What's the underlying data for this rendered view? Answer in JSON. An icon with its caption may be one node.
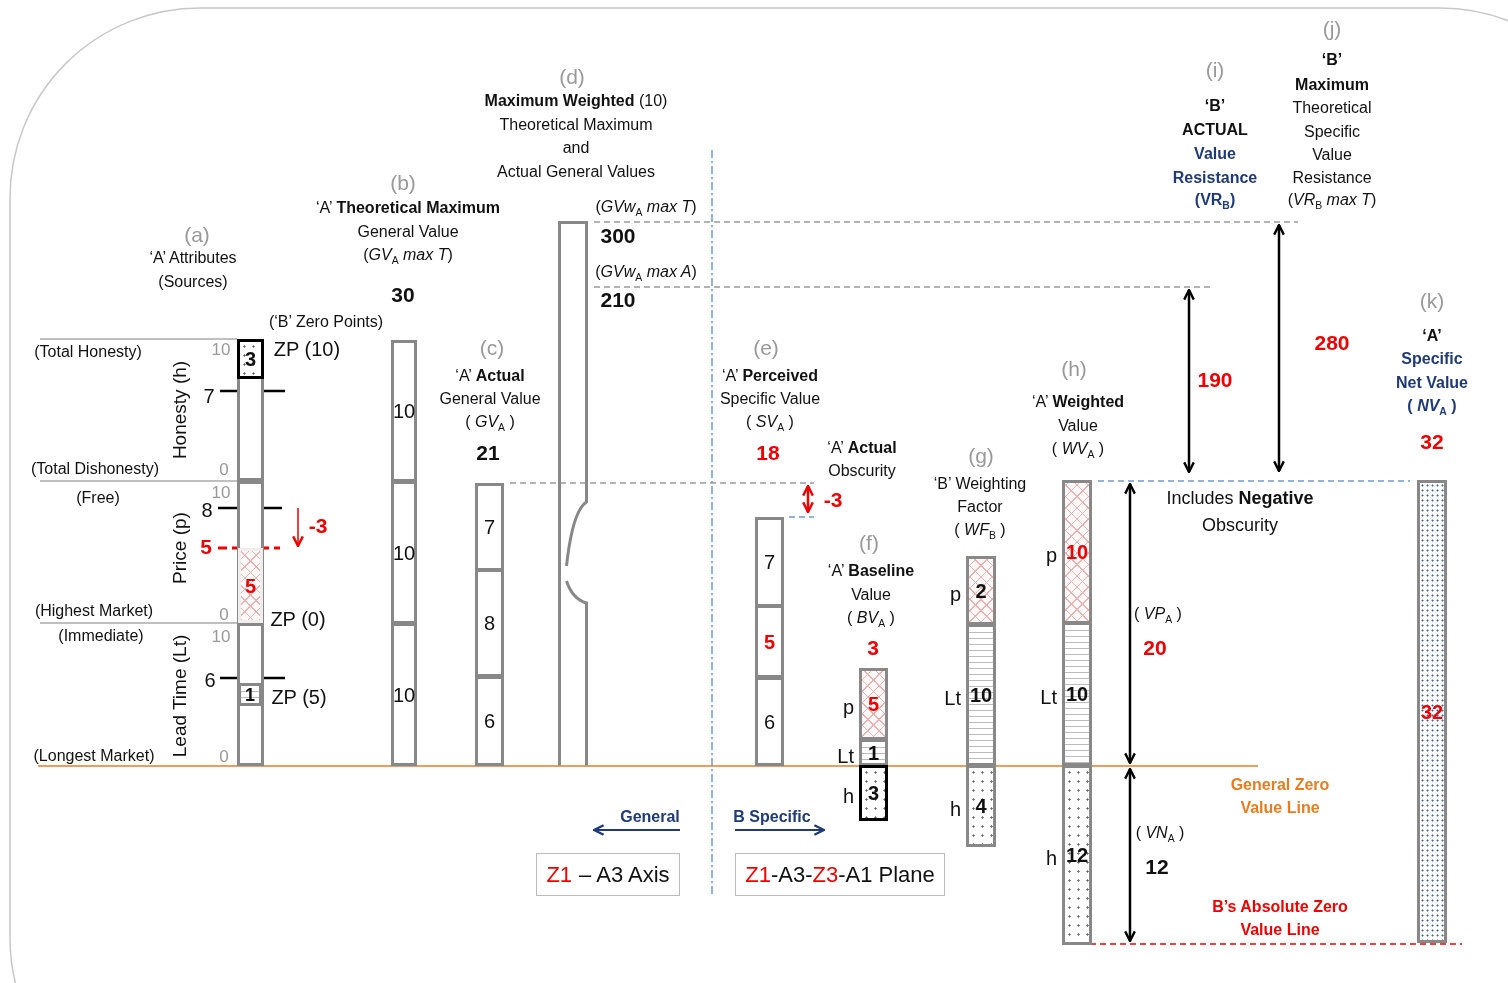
{
  "diagram": {
    "nodes": [
      {
        "text": [],
        "shape": "box"
      },
      {
        "text": [
          "3"
        ],
        "in": 0
      },
      {
        "text": [],
        "shape": "box"
      },
      {
        "text": [
          "5"
        ],
        "in": 2
      },
      {
        "text": [],
        "shape": "box"
      },
      {
        "text": [
          "1"
        ],
        "in": 4
      },
      {
        "text": [
          "10"
        ]
      },
      {
        "text": [
          "10"
        ]
      },
      {
        "text": [
          "10"
        ]
      },
      {
        "text": [
          "7"
        ]
      },
      {
        "text": [
          "8"
        ]
      },
      {
        "text": [
          "6"
        ]
      },
      {
        "text": [],
        "shape": "bar"
      },
      {
        "text": [
          "7"
        ]
      },
      {
        "text": [
          "5"
        ]
      },
      {
        "text": [
          "6"
        ]
      },
      {
        "text": [
          "5"
        ],
        "beside": [
          "p"
        ]
      },
      {
        "text": [
          "1"
        ],
        "beside": [
          "Lt"
        ]
      },
      {
        "text": [
          "3"
        ],
        "beside": [
          "h"
        ]
      },
      {
        "text": [
          "2"
        ],
        "beside": [
          "p"
        ]
      },
      {
        "text": [
          "10"
        ],
        "beside": [
          "Lt"
        ]
      },
      {
        "text": [
          "4"
        ],
        "beside": [
          "h"
        ]
      },
      {
        "text": [
          "10"
        ],
        "beside": [
          "p"
        ]
      },
      {
        "text": [
          "10"
        ],
        "beside": [
          "Lt"
        ]
      },
      {
        "text": [
          "12"
        ],
        "beside": [
          "h"
        ]
      },
      {
        "text": [
          "32"
        ]
      },
      {
        "text": [
          "Z1",
          "– A3 Axis"
        ]
      },
      {
        "text": [
          "Z1",
          "-A3-",
          "Z3",
          "-A1 Plane"
        ]
      }
    ],
    "labels": [
      "(a)",
      "‘A’ Attributes",
      "(Sources)",
      "(‘B’ Zero Points)",
      "(b)",
      "‘A’ **Theoretical Maximum**",
      "General Value",
      "(*GV*$_{A}$ *max T*)",
      "30",
      "(c)",
      "‘A’ **Actual**",
      "General Value",
      "( *GV*$_{A}$ )",
      "21",
      "(d)",
      "**Maximum Weighted** (10)",
      "Theoretical Maximum",
      "and",
      "Actual General Values",
      "(*GVw*$_{A}$ *max T*)",
      "300",
      "(*GVw*$_{A}$ *max A*)",
      "210",
      "(e)",
      "‘A’ **Perceived**",
      "Specific Value",
      "( *SV*$_{A}$ )",
      "18",
      "‘A’ **Actual**",
      "Obscurity",
      "-3",
      "(f)",
      "‘A’ **Baseline**",
      "Value",
      "( *BV*$_{A}$ )",
      "3",
      "(g)",
      "‘B’ Weighting",
      "Factor",
      "( *WF*$_{B}$ )",
      "(h)",
      "‘A’ **Weighted**",
      "Value",
      "( *WV*$_{A}$ )",
      "(i)",
      "‘B’",
      "ACTUAL",
      "Value",
      "Resistance",
      "(VR$_{B}$)",
      "(j)",
      "‘B’",
      "Maximum",
      "Theoretical",
      "Specific",
      "Value",
      "Resistance",
      "(*VR*$_{B}$ *max T*)",
      "190",
      "280",
      "(k)",
      "‘A’",
      "Specific",
      "Net  Value",
      "( *NV*$_{A}$ )",
      "32",
      "Includes **Negative** Obscurity",
      "( *VP*$_{A}$ )",
      "20",
      "General Zero Value Line",
      "( *VN*$_{A}$ )",
      "12",
      "B’s Absolute Zero Value Line",
      "General",
      "B Specific",
      "(Total Honesty)",
      "10",
      "ZP (10)",
      "Honesty (h)",
      "7",
      "(Total Dishonesty)",
      "0",
      "(Free)",
      "10",
      "8",
      "-3",
      "5",
      "Price (p)",
      "(Highest Market)",
      "0",
      "ZP (0)",
      "(Immediate)",
      "10",
      "6",
      "Lead Time (Lt)",
      "ZP (5)",
      "(Longest Market)",
      "0"
    ]
  }
}
